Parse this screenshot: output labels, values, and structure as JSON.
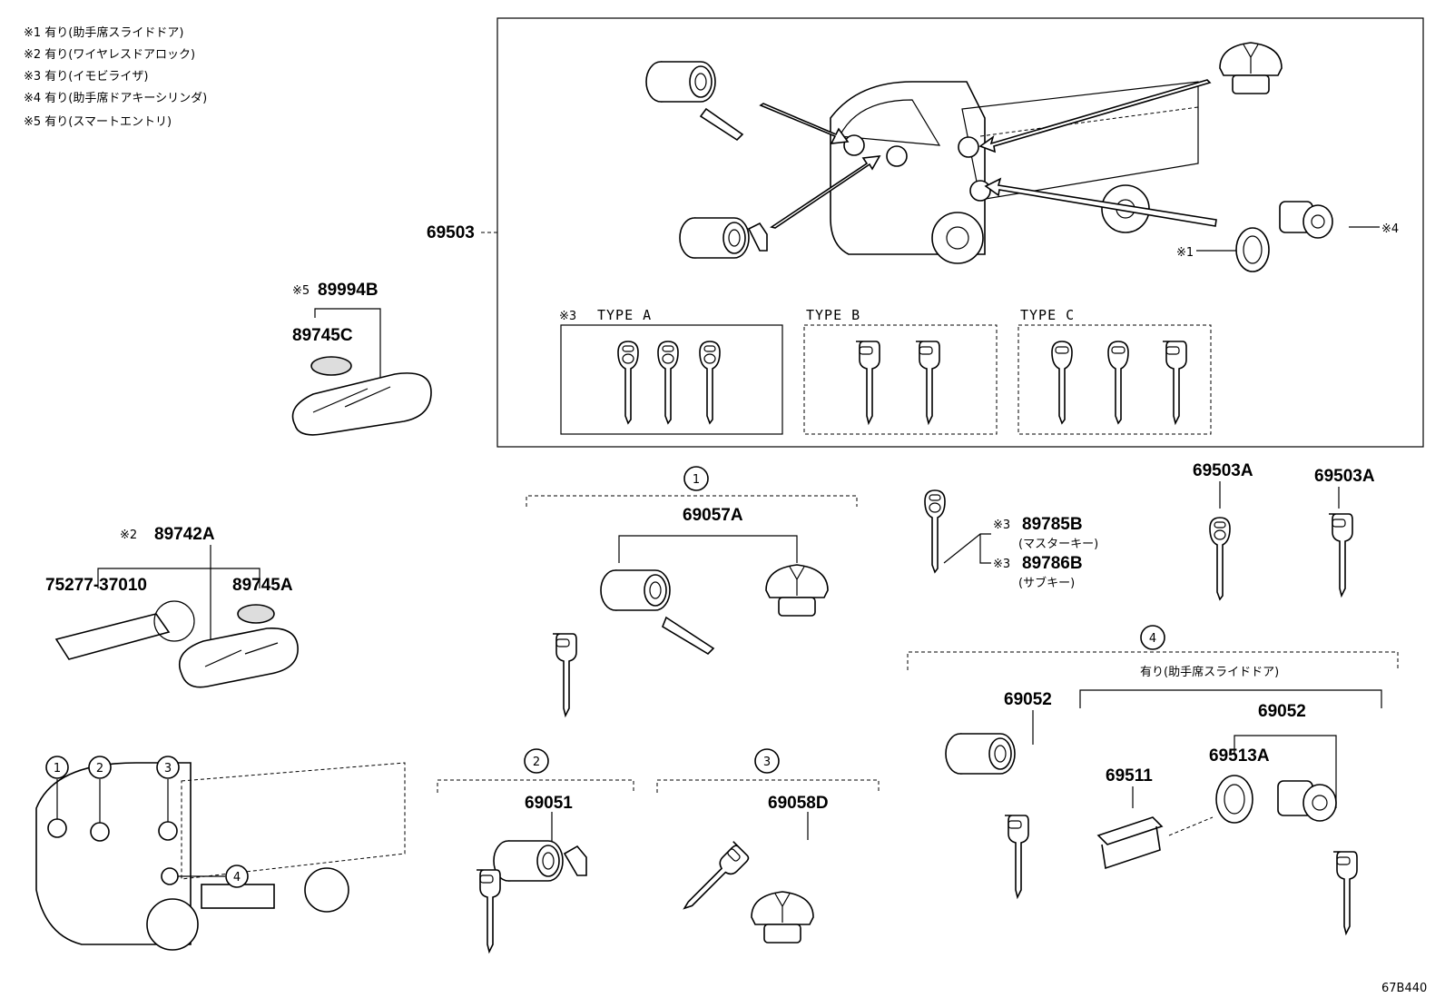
{
  "notes": [
    "※1  有り(助手席スライドドア)",
    "※2  有り(ワイヤレスドアロック)",
    "※3  有り(イモビライザ)",
    "※4  有り(助手席ドアキーシリンダ)",
    "※5  有り(スマートエントリ)"
  ],
  "parts": {
    "p69503": "69503",
    "p89994B": "89994B",
    "p89745C": "89745C",
    "p89742A": "89742A",
    "p75277": "75277-37010",
    "p89745A": "89745A",
    "p69057A": "69057A",
    "p69051": "69051",
    "p69058D": "69058D",
    "p89785B": "89785B",
    "p89786B": "89786B",
    "p69503A_1": "69503A",
    "p69503A_2": "69503A",
    "p69052_1": "69052",
    "p69052_2": "69052",
    "p69511": "69511",
    "p69513A": "69513A"
  },
  "marks": {
    "m1": "※1",
    "m2": "※2",
    "m3_type": "※3",
    "m3_master": "※3",
    "m3_sub": "※3",
    "m4": "※4",
    "m5": "※5"
  },
  "labels": {
    "typeA": "TYPE  A",
    "typeB": "TYPE  B",
    "typeC": "TYPE  C",
    "master_key": "(マスターキー)",
    "sub_key": "(サブキー)",
    "slide_door": "有り(助手席スライドドア)",
    "fig_code": "67B440"
  },
  "callouts": [
    "1",
    "2",
    "3",
    "4"
  ]
}
